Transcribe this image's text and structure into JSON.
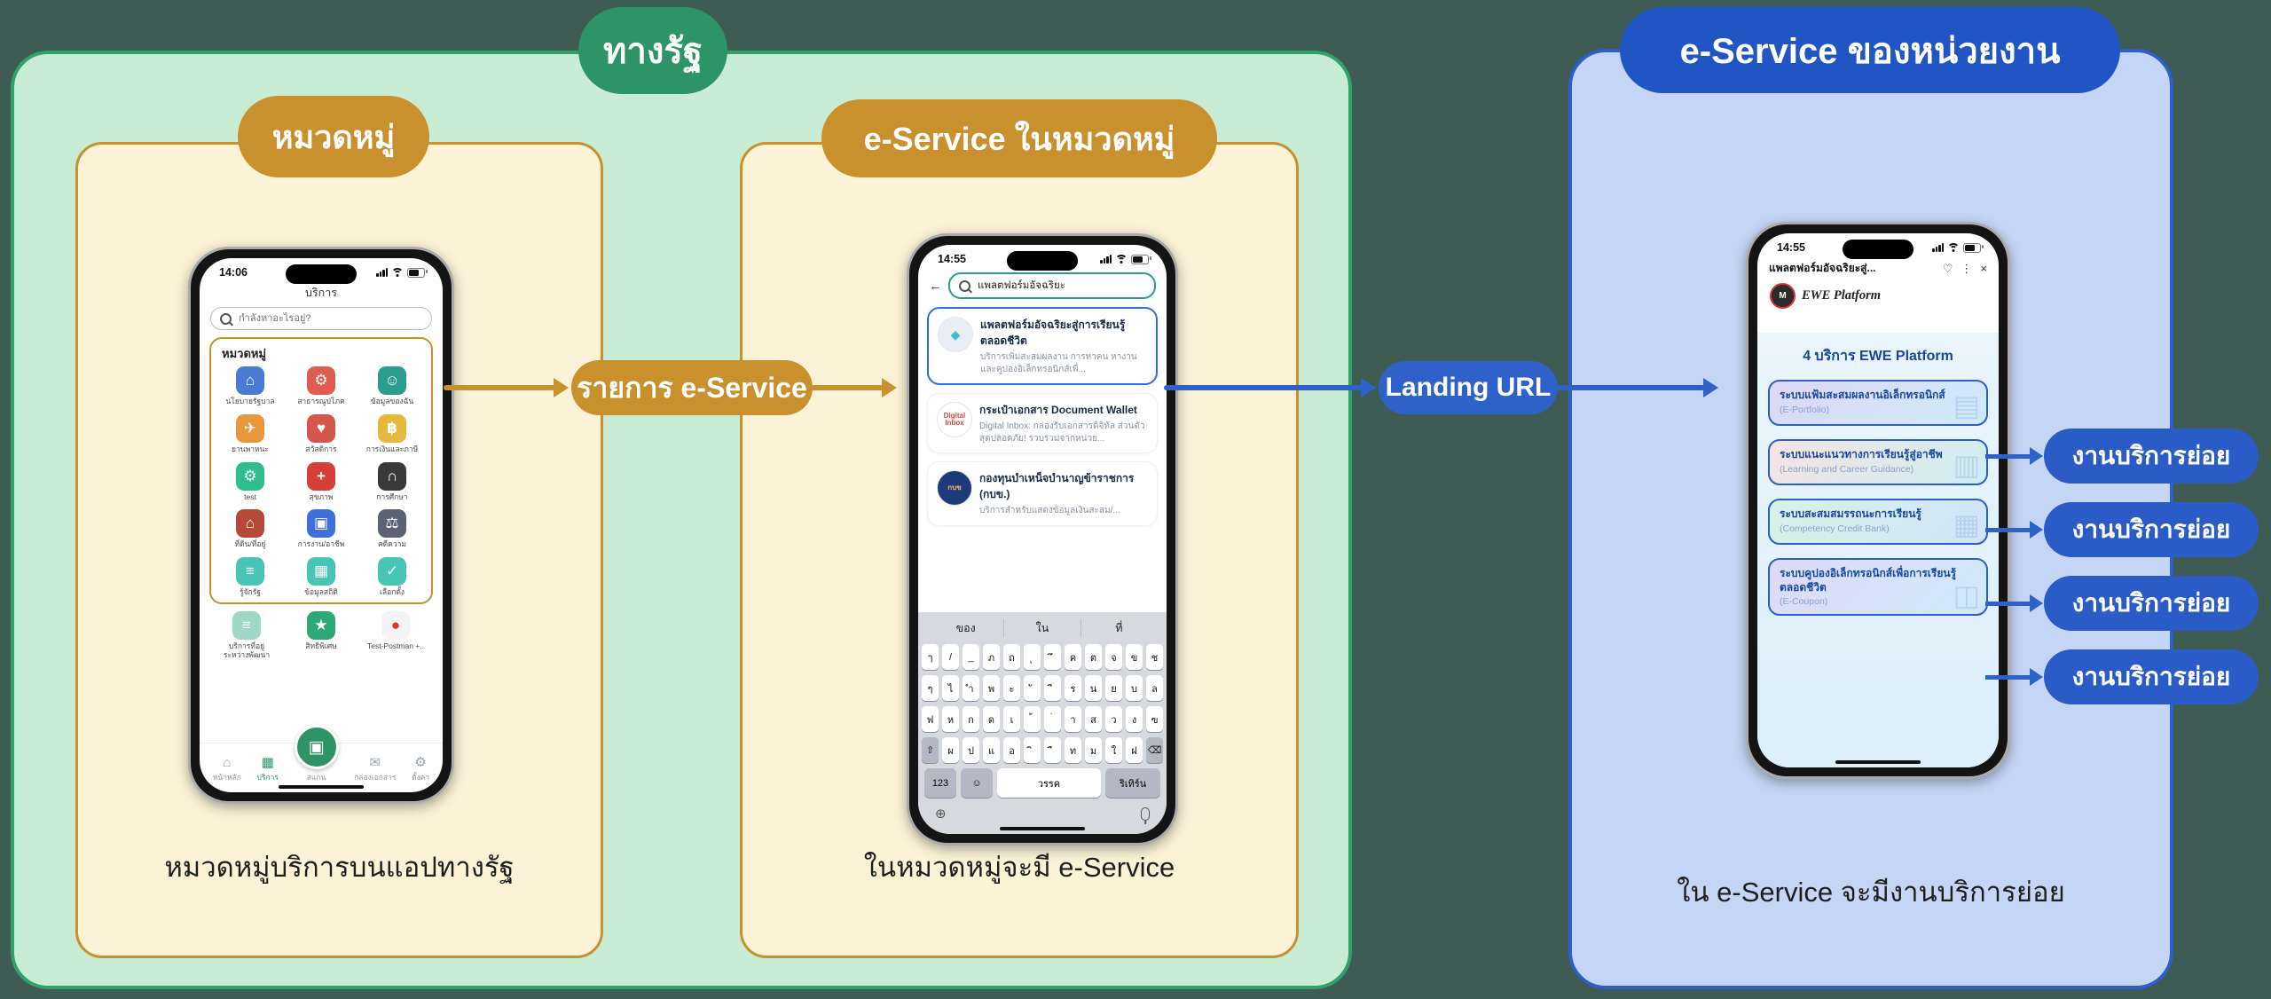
{
  "page": {
    "bg": "#3E5B54"
  },
  "colors": {
    "green_fill": "#C9EDD4",
    "green_border": "#2FA26B",
    "green_pill": "#2D9468",
    "gold": "#C8912E",
    "cream": "#FBF2D7",
    "blue_fill": "#C5D5F6",
    "blue_border": "#2E5EC6",
    "blue_pill": "#2255C4",
    "blue_accent": "#2A5BC6"
  },
  "gov": {
    "label": "ทางรัฐ",
    "category_panel": {
      "label": "หมวดหมู่",
      "caption": "หมวดหมู่บริการบนแอปทางรัฐ",
      "phone": {
        "time": "14:06",
        "title": "บริการ",
        "search_placeholder": "กำลังหาอะไรอยู่?",
        "section_title": "หมวดหมู่",
        "categories": [
          {
            "label": "นโยบายรัฐบาล",
            "glyph": "⌂",
            "color": "#4a7bd4",
            "icon": "government-policy-icon"
          },
          {
            "label": "สาธารณูปโภค",
            "glyph": "⚙",
            "color": "#e05c50",
            "icon": "utilities-icon"
          },
          {
            "label": "ข้อมูลของฉัน",
            "glyph": "☺",
            "color": "#2a9d8f",
            "icon": "my-info-icon"
          },
          {
            "label": "ยานพาหนะ",
            "glyph": "✈",
            "color": "#e8973d",
            "icon": "vehicle-icon"
          },
          {
            "label": "สวัสดิการ",
            "glyph": "♥",
            "color": "#d4574e",
            "icon": "welfare-icon"
          },
          {
            "label": "การเงินและภาษี",
            "glyph": "฿",
            "color": "#e5b93c",
            "icon": "finance-tax-icon"
          },
          {
            "label": "test",
            "glyph": "⚙",
            "color": "#2ebd8e",
            "icon": "test-icon"
          },
          {
            "label": "สุขภาพ",
            "glyph": "+",
            "color": "#d43f38",
            "icon": "health-icon"
          },
          {
            "label": "การศึกษา",
            "glyph": "∩",
            "color": "#3a3a3a",
            "icon": "education-icon"
          },
          {
            "label": "ที่ดิน/ที่อยู่",
            "glyph": "⌂",
            "color": "#b5493a",
            "icon": "housing-icon"
          },
          {
            "label": "การงาน/อาชีพ",
            "glyph": "▣",
            "color": "#3f6fd8",
            "icon": "career-icon"
          },
          {
            "label": "คดีความ",
            "glyph": "⚖",
            "color": "#5a6273",
            "icon": "legal-icon"
          },
          {
            "label": "รู้จักรัฐ",
            "glyph": "≡",
            "color": "#49c5b6",
            "icon": "know-government-icon"
          },
          {
            "label": "ข้อมูลสถิติ",
            "glyph": "▦",
            "color": "#49c5b6",
            "icon": "statistics-icon"
          },
          {
            "label": "เลือกตั้ง",
            "glyph": "✓",
            "color": "#49c5b6",
            "icon": "election-icon"
          }
        ],
        "extras": [
          {
            "label": "บริการที่อยู่\nระหว่างพัฒนา",
            "glyph": "≡",
            "color": "#9fd8c6",
            "icon": "in-development-icon"
          },
          {
            "label": "สิทธิพิเศษ",
            "glyph": "★",
            "color": "#2ea879",
            "icon": "privileges-icon"
          },
          {
            "label": "Test-Postman +..",
            "glyph": "●",
            "color": "#f4f4f4",
            "fg": "#e03131",
            "icon": "test-postman-icon"
          }
        ],
        "nav": [
          {
            "label": "หน้าหลัก",
            "glyph": "⌂",
            "icon": "home-icon"
          },
          {
            "label": "บริการ",
            "glyph": "▦",
            "cls": "active",
            "icon": "services-icon"
          },
          {
            "label": "สแกน",
            "glyph": "▣",
            "cls": "fab",
            "icon": "scan-icon"
          },
          {
            "label": "กล่องเอกสาร",
            "glyph": "✉",
            "icon": "document-box-icon"
          },
          {
            "label": "ตั้งค่า",
            "glyph": "⚙",
            "icon": "settings-icon"
          }
        ]
      }
    },
    "eservice_panel": {
      "label": "e-Service ในหมวดหมู่",
      "caption": "ในหมวดหมู่จะมี e-Service",
      "phone": {
        "time": "14:55",
        "search_value": "แพลตฟอร์มอัจฉริยะ",
        "results": [
          {
            "title": "แพลตฟอร์มอัจฉริยะสู่การเรียนรู้ตลอดชีวิต",
            "desc": "บริการเพิ่มสะสมผลงาน การหาคน หางาน และคูปองอิเล็กทรอนิกส์เพื่...",
            "cls": "hl",
            "ic_bg": "#e9eef5",
            "ic_fg": "#49b8c9",
            "glyph": "◆",
            "icon": "lifelong-learning-platform-icon"
          },
          {
            "title": "กระเป๋าเอกสาร Document Wallet",
            "desc": "Digital Inbox: กล่องรับเอกสารดิจิทัล ส่วนตัวสุดปลอดภัย! รวบรวมจากหน่วย...",
            "ic_bg": "#ffffff",
            "ic_fg": "#d6453c",
            "glyph": "Digital Inbox",
            "cls2": "small-txt",
            "icon": "document-wallet-icon"
          },
          {
            "title": "กองทุนบำเหน็จบำนาญข้าราชการ (กบข.)",
            "desc": "บริการสำหรับแสดงข้อมูลเงินสะสม/...",
            "ic_bg": "#1d3a7a",
            "ic_fg": "#e8c65a",
            "glyph": "กบข",
            "cls2": "small-txt",
            "icon": "gpf-fund-icon"
          }
        ],
        "keyboard": {
          "suggestions": [
            "ของ",
            "ใน",
            "ที่"
          ],
          "rows": [
            [
              "ๅ",
              "/",
              "_",
              "ภ",
              "ถ",
              "ุ",
              "ึ",
              "ค",
              "ต",
              "จ",
              "ข",
              "ช"
            ],
            [
              "ๆ",
              "ไ",
              "ำ",
              "พ",
              "ะ",
              "ั",
              "ี",
              "ร",
              "น",
              "ย",
              "บ",
              "ล"
            ],
            [
              "ฟ",
              "ห",
              "ก",
              "ด",
              "เ",
              "้",
              "่",
              "า",
              "ส",
              "ว",
              "ง",
              "ฃ"
            ],
            [
              "⇧",
              "ผ",
              "ป",
              "แ",
              "อ",
              "ิ",
              "ื",
              "ท",
              "ม",
              "ใ",
              "ฝ",
              "⌫"
            ]
          ],
          "num_key": "123",
          "emoji_key": "☺",
          "space_key": "วรรค",
          "return_key": "ริเทิร์น"
        }
      }
    }
  },
  "arrow_list": {
    "label": "รายการ e-Service"
  },
  "arrow_landing": {
    "label": "Landing URL"
  },
  "agency": {
    "label": "e-Service ของหน่วยงาน",
    "caption": "ใน e-Service จะมีงานบริการย่อย",
    "phone": {
      "time": "14:55",
      "header_title": "แพลตฟอร์มอัจฉริยะสู่...",
      "heart": "♡",
      "kebab": "⋮",
      "close": "×",
      "brand_initial": "M",
      "brand": "EWE Platform",
      "section_title": "4 บริการ EWE Platform",
      "services": [
        {
          "title": "ระบบแฟ้มสะสมผลงานอิเล็กทรอนิกส์",
          "subtitle": "(E-Portfolio)",
          "bg1": "#ddd8f6",
          "bg2": "#cfeafa",
          "wm": "▤"
        },
        {
          "title": "ระบบแนะแนวทางการเรียนรู้สู่อาชีพ",
          "subtitle": "(Learning and Career Guidance)",
          "bg1": "#f6e3e4",
          "bg2": "#cdeef2",
          "wm": "▥"
        },
        {
          "title": "ระบบสะสมสมรรถนะการเรียนรู้",
          "subtitle": "(Competency Credit Bank)",
          "bg1": "#d9f2e4",
          "bg2": "#cfe4fb",
          "wm": "▦"
        },
        {
          "title": "ระบบคูปองอิเล็กทรอนิกส์เพื่อการเรียนรู้ตลอดชีวิต",
          "subtitle": "(E-Coupon)",
          "bg1": "#ded9f8",
          "bg2": "#cfeafa",
          "wm": "◫"
        }
      ]
    },
    "badges": [
      {
        "label": "งานบริการย่อย"
      },
      {
        "label": "งานบริการย่อย"
      },
      {
        "label": "งานบริการย่อย"
      },
      {
        "label": "งานบริการย่อย"
      }
    ]
  }
}
